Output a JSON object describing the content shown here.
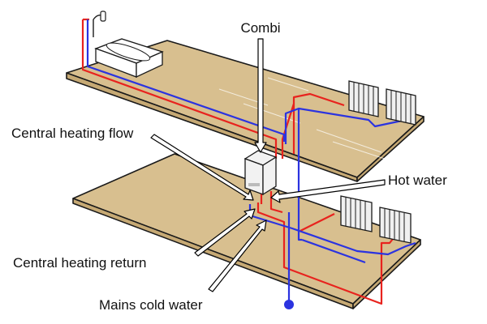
{
  "labels": {
    "combi": "Combi",
    "central_heating_flow": "Central heating flow",
    "hot_water": "Hot water",
    "central_heating_return": "Central heating return",
    "mains_cold_water": "Mains cold water"
  },
  "colors": {
    "floor": "#d8bf8f",
    "floor_edge": "#c6a974",
    "flow_pipe": "#e8231e",
    "return_pipe": "#2b33e0",
    "radiator": "#f0f0f0",
    "bath": "#ffffff",
    "boiler": "#f2f2f2",
    "outline": "#1a1a1a"
  }
}
